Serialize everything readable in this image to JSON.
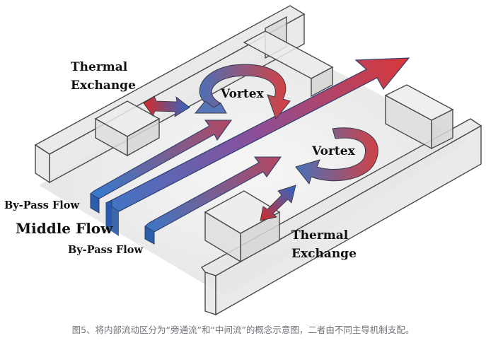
{
  "diagram": {
    "labels": {
      "thermal_exchange_top_line1": "Thermal",
      "thermal_exchange_top_line2": "Exchange",
      "vortex_top": "Vortex",
      "vortex_bottom": "Vortex",
      "bypass_flow_top": "By-Pass Flow",
      "middle_flow": "Middle Flow",
      "bypass_flow_bottom": "By-Pass Flow",
      "thermal_exchange_bottom_line1": "Thermal",
      "thermal_exchange_bottom_line2": "Exchange"
    },
    "colors": {
      "hot": "#d83838",
      "cold": "#3a78c8",
      "wall_fill": "#e2e2e2",
      "wall_stroke": "#4a4a4a"
    }
  },
  "caption": "图5、将内部流动区分为“旁通流”和“中间流”的概念示意图，二者由不同主导机制支配。"
}
